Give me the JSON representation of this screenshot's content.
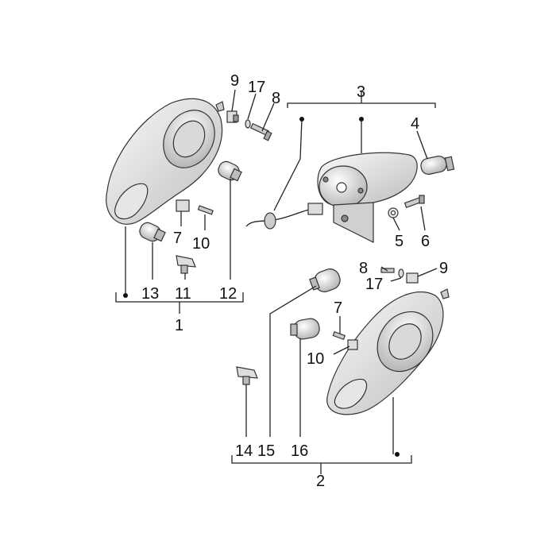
{
  "diagram": {
    "callouts": [
      "1",
      "2",
      "3",
      "4",
      "5",
      "6",
      "7",
      "8",
      "9",
      "10",
      "11",
      "12",
      "13",
      "14",
      "15",
      "16",
      "17"
    ],
    "group_1": {
      "label": "1",
      "items": [
        "13",
        "11",
        "12"
      ],
      "upper": [
        "9",
        "17",
        "8",
        "7",
        "10"
      ]
    },
    "group_2": {
      "label": "2",
      "items": [
        "14",
        "15",
        "16"
      ],
      "upper": [
        "8",
        "17",
        "9",
        "7",
        "10"
      ]
    },
    "group_3": {
      "label": "3",
      "items": [
        "4",
        "5",
        "6"
      ]
    }
  }
}
